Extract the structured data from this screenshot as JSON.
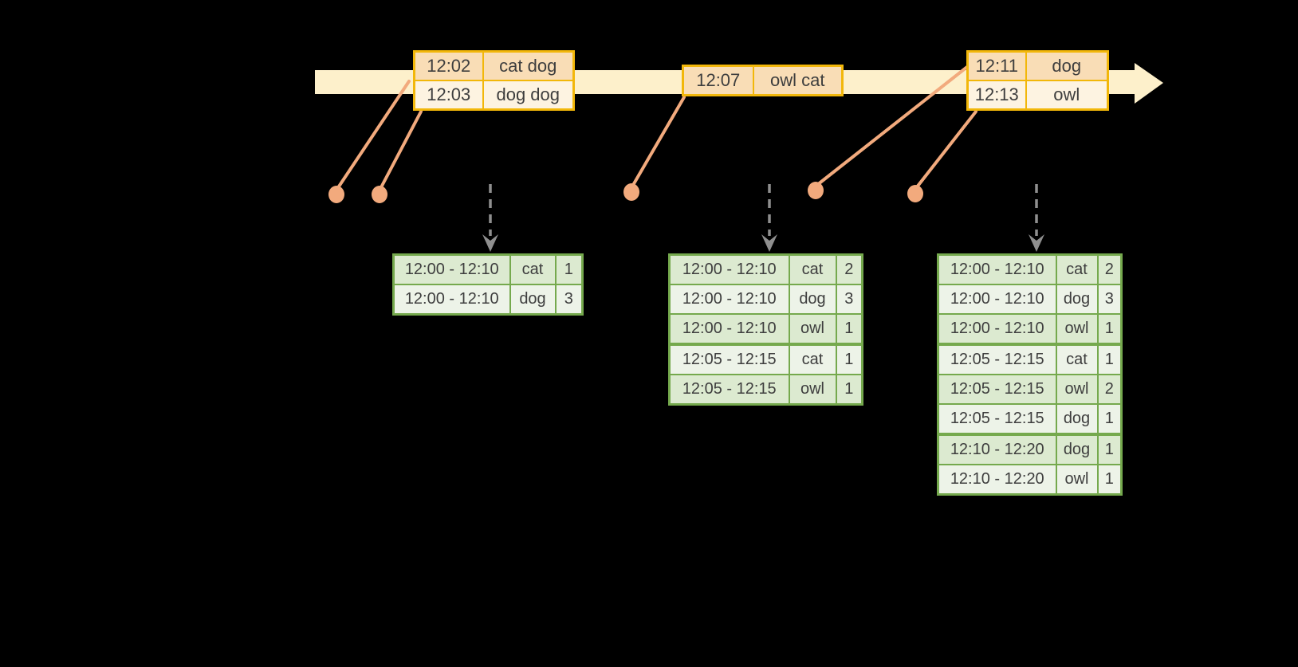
{
  "canvas": {
    "background": "#000000"
  },
  "palette": {
    "canvas_bg": "#000000",
    "timeline_fill": "#fdf0cb",
    "event_border": "#f2b70a",
    "event_row_dark": "#f9ddb6",
    "event_row_light": "#fdf3e1",
    "marker": "#f2aa7d",
    "result_border": "#75a94d",
    "result_row_dark": "#dcead0",
    "result_row_light": "#edf3e8",
    "trigger_arrow": "#8f8f8f",
    "text": "#3e3e3e"
  },
  "decorations": {
    "timeline_arrow_icon": "event-time-arrow-icon",
    "event_marker_icon": "event-dot-icon",
    "connector_line_icon": "event-connector-line",
    "trigger_arrow_icon": "trigger-down-arrow-icon"
  },
  "event_tables": [
    {
      "rows": [
        {
          "time": "12:02",
          "words": "cat dog"
        },
        {
          "time": "12:03",
          "words": "dog dog"
        }
      ]
    },
    {
      "rows": [
        {
          "time": "12:07",
          "words": "owl cat"
        }
      ]
    },
    {
      "rows": [
        {
          "time": "12:11",
          "words": "dog"
        },
        {
          "time": "12:13",
          "words": "owl"
        }
      ]
    }
  ],
  "result_tables": [
    {
      "rows": [
        {
          "window": "12:00 - 12:10",
          "word": "cat",
          "count": "1"
        },
        {
          "window": "12:00 - 12:10",
          "word": "dog",
          "count": "3"
        }
      ]
    },
    {
      "rows": [
        {
          "window": "12:00 - 12:10",
          "word": "cat",
          "count": "2"
        },
        {
          "window": "12:00 - 12:10",
          "word": "dog",
          "count": "3"
        },
        {
          "window": "12:00 - 12:10",
          "word": "owl",
          "count": "1"
        },
        {
          "window": "12:05 - 12:15",
          "word": "cat",
          "count": "1"
        },
        {
          "window": "12:05 - 12:15",
          "word": "owl",
          "count": "1"
        }
      ]
    },
    {
      "rows": [
        {
          "window": "12:00 - 12:10",
          "word": "cat",
          "count": "2"
        },
        {
          "window": "12:00 - 12:10",
          "word": "dog",
          "count": "3"
        },
        {
          "window": "12:00 - 12:10",
          "word": "owl",
          "count": "1"
        },
        {
          "window": "12:05 - 12:15",
          "word": "cat",
          "count": "1"
        },
        {
          "window": "12:05 - 12:15",
          "word": "owl",
          "count": "2"
        },
        {
          "window": "12:05 - 12:15",
          "word": "dog",
          "count": "1"
        },
        {
          "window": "12:10 - 12:20",
          "word": "dog",
          "count": "1"
        },
        {
          "window": "12:10 - 12:20",
          "word": "owl",
          "count": "1"
        }
      ]
    }
  ]
}
